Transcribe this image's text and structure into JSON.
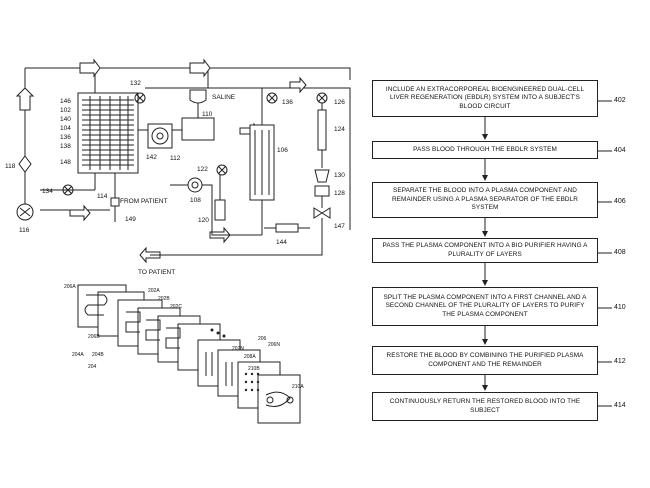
{
  "flowchart": {
    "steps": [
      {
        "text": "INCLUDE AN EXTRACORPOREAL BIOENGINEERED DUAL-CELL LIVER REGENERATION (EBDLR) SYSTEM INTO A SUBJECT'S BLOOD CIRCUIT",
        "ref": "402"
      },
      {
        "text": "PASS BLOOD THROUGH THE EBDLR SYSTEM",
        "ref": "404"
      },
      {
        "text": "SEPARATE THE BLOOD INTO A PLASMA COMPONENT AND REMAINDER USING A PLASMA SEPARATOR OF THE EBDLR SYSTEM",
        "ref": "406"
      },
      {
        "text": "PASS THE PLASMA COMPONENT INTO A BIO PURIFIER HAVING A PLURALITY OF LAYERS",
        "ref": "408"
      },
      {
        "text": "SPLIT THE PLASMA COMPONENT INTO A FIRST CHANNEL AND A SECOND CHANNEL OF THE PLURALITY OF LAYERS TO PURIFY THE PLASMA COMPONENT",
        "ref": "410"
      },
      {
        "text": "RESTORE THE BLOOD BY COMBINING THE PURIFIED PLASMA COMPONENT AND THE REMAINDER",
        "ref": "412"
      },
      {
        "text": "CONTINUOUSLY RETURN THE RESTORED BLOOD INTO THE SUBJECT",
        "ref": "414"
      }
    ]
  },
  "system": {
    "labels": {
      "saline": "SALINE",
      "from_patient": "FROM PATIENT",
      "to_patient": "TO PATIENT"
    },
    "refs": {
      "r146": "146",
      "r102": "102",
      "r140": "140",
      "r104": "104",
      "r136a": "136",
      "r138": "138",
      "r148": "148",
      "r118": "118",
      "r134": "134",
      "r114": "114",
      "r116": "116",
      "r132": "132",
      "r110": "110",
      "r142": "142",
      "r112": "112",
      "r136b": "136",
      "r126": "126",
      "r124": "124",
      "r106": "106",
      "r122": "122",
      "r108": "108",
      "r120": "120",
      "r149": "149",
      "r130": "130",
      "r128": "128",
      "r147": "147",
      "r144": "144"
    }
  },
  "layers": {
    "refs": {
      "r206a": "206A",
      "r202a": "202A",
      "r202b": "202B",
      "r202c": "202C",
      "r206b": "206B",
      "r204a": "204A",
      "r204b": "204B",
      "r204": "204",
      "r202n": "202N",
      "r206n": "206N",
      "r206": "206",
      "r208a": "208A",
      "r210b": "210B",
      "r210a": "210A"
    }
  }
}
